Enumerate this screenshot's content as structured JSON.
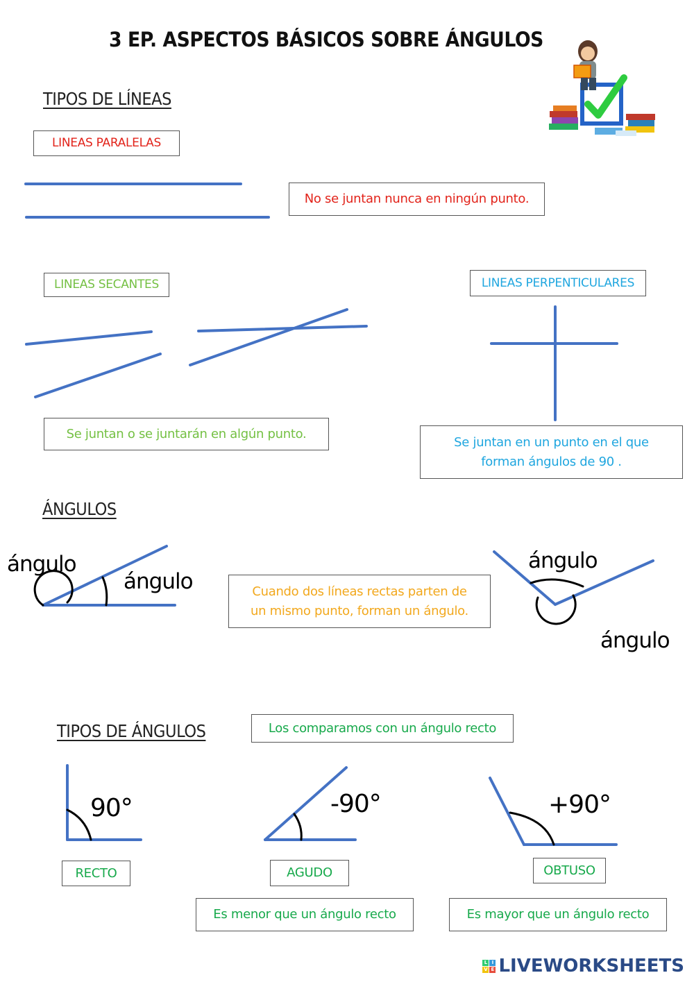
{
  "title": "3 EP. ASPECTOS BÁSICOS SOBRE ÁNGULOS",
  "sections": {
    "lines_heading": "TIPOS DE LÍNEAS",
    "angles_heading": "ÁNGULOS",
    "angle_types_heading": "TIPOS DE ÁNGULOS"
  },
  "parallel": {
    "label": "LINEAS PARALELAS",
    "description": "No se juntan nunca en ningún punto."
  },
  "secant": {
    "label": "LINEAS SECANTES",
    "description": "Se juntan o se juntarán en algún punto."
  },
  "perpendicular": {
    "label": "LINEAS PERPENTICULARES",
    "description_line1": "Se juntan en un punto en el que",
    "description_line2": "forman ángulos de 90 ."
  },
  "angles": {
    "label_left_outer": "ángulo",
    "label_left_inner": "ángulo",
    "definition_line1": "Cuando dos líneas rectas parten de",
    "definition_line2": "un mismo punto, forman un ángulo.",
    "label_right_inner": "ángulo",
    "label_right_outer": "ángulo"
  },
  "angle_types": {
    "comparison_note": "Los comparamos con un ángulo recto",
    "right": {
      "mark": "90°",
      "label": "RECTO"
    },
    "acute": {
      "mark": "-90°",
      "label": "AGUDO",
      "description": "Es menor que un ángulo recto"
    },
    "obtuse": {
      "mark": "+90°",
      "label": "OBTUSO",
      "description": "Es mayor que un ángulo recto"
    }
  },
  "footer": {
    "brand": "LIVEWORKSHEETS",
    "badge": "LIVE"
  },
  "colors": {
    "line_blue": "#4472c4",
    "red": "#e2231a",
    "light_green": "#74c043",
    "cyan": "#1fa6df",
    "orange": "#f2a81d",
    "green": "#17a94b"
  },
  "icons": [
    "teacher-reading-checkmark-illustration"
  ]
}
